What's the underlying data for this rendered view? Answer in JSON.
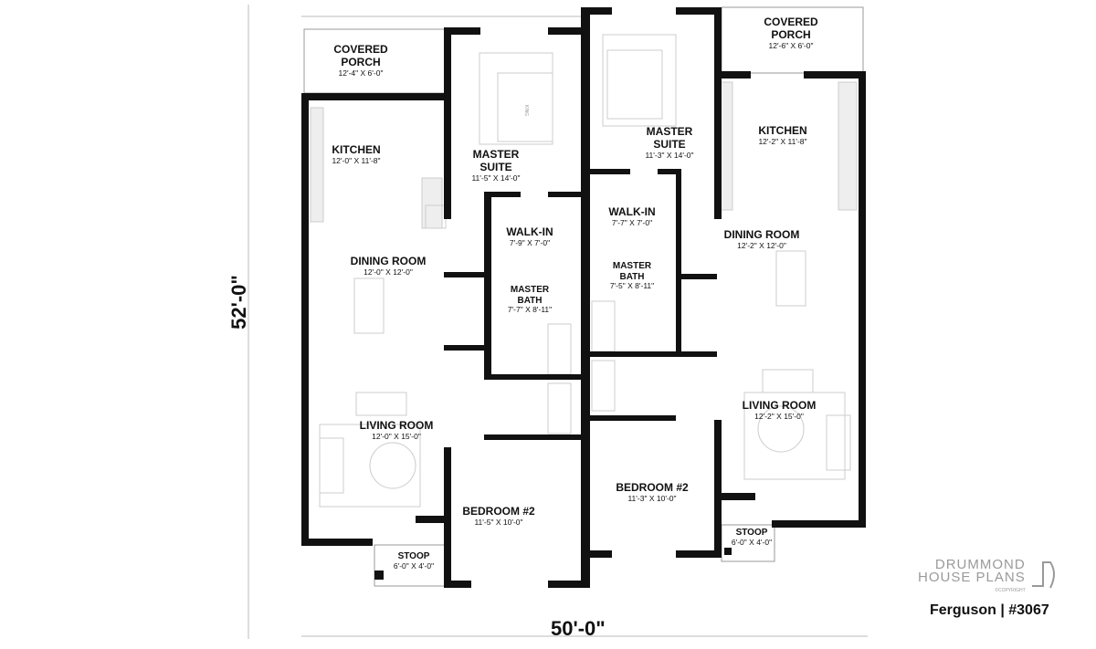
{
  "dimensions": {
    "depth": "52'-0\"",
    "width": "50'-0\""
  },
  "left_unit": {
    "covered_porch": {
      "name": "COVERED\nPORCH",
      "l1": "COVERED",
      "l2": "PORCH",
      "size": "12'-4\" X 6'-0\""
    },
    "kitchen": {
      "name": "KITCHEN",
      "size": "12'-0\" X 11'-8\""
    },
    "master_suite": {
      "l1": "MASTER",
      "l2": "SUITE",
      "size": "11'-5\" X 14'-0\""
    },
    "walk_in": {
      "name": "WALK-IN",
      "size": "7'-9\" X 7'-0\""
    },
    "dining_room": {
      "name": "DINING ROOM",
      "size": "12'-0\" X 12'-0\""
    },
    "master_bath": {
      "l1": "MASTER",
      "l2": "BATH",
      "size": "7'-7\" X 8'-11\""
    },
    "living_room": {
      "name": "LIVING ROOM",
      "size": "12'-0\" X 15'-0\""
    },
    "bedroom2": {
      "name": "BEDROOM #2",
      "size": "11'-5\" X 10'-0\""
    },
    "stoop": {
      "name": "STOOP",
      "size": "6'-0\" X 4'-0\""
    },
    "bed_label": "KING"
  },
  "right_unit": {
    "covered_porch": {
      "l1": "COVERED",
      "l2": "PORCH",
      "size": "12'-6\" X 6'-0\""
    },
    "kitchen": {
      "name": "KITCHEN",
      "size": "12'-2\" X 11'-8\""
    },
    "master_suite": {
      "l1": "MASTER",
      "l2": "SUITE",
      "size": "11'-3\" X 14'-0\""
    },
    "walk_in": {
      "name": "WALK-IN",
      "size": "7'-7\" X 7'-0\""
    },
    "dining_room": {
      "name": "DINING ROOM",
      "size": "12'-2\" X 12'-0\""
    },
    "master_bath": {
      "l1": "MASTER",
      "l2": "BATH",
      "size": "7'-5\" X 8'-11\""
    },
    "living_room": {
      "name": "LIVING ROOM",
      "size": "12'-2\" X 15'-0\""
    },
    "bedroom2": {
      "name": "BEDROOM #2",
      "size": "11'-3\" X 10'-0\""
    },
    "stoop": {
      "name": "STOOP",
      "size": "6'-0\" X 4'-0\""
    }
  },
  "branding": {
    "l1": "DRUMMOND",
    "l2": "HOUSE PLANS",
    "copyright": "©COPYRIGHT",
    "plan_name": "Ferguson | #3067"
  }
}
